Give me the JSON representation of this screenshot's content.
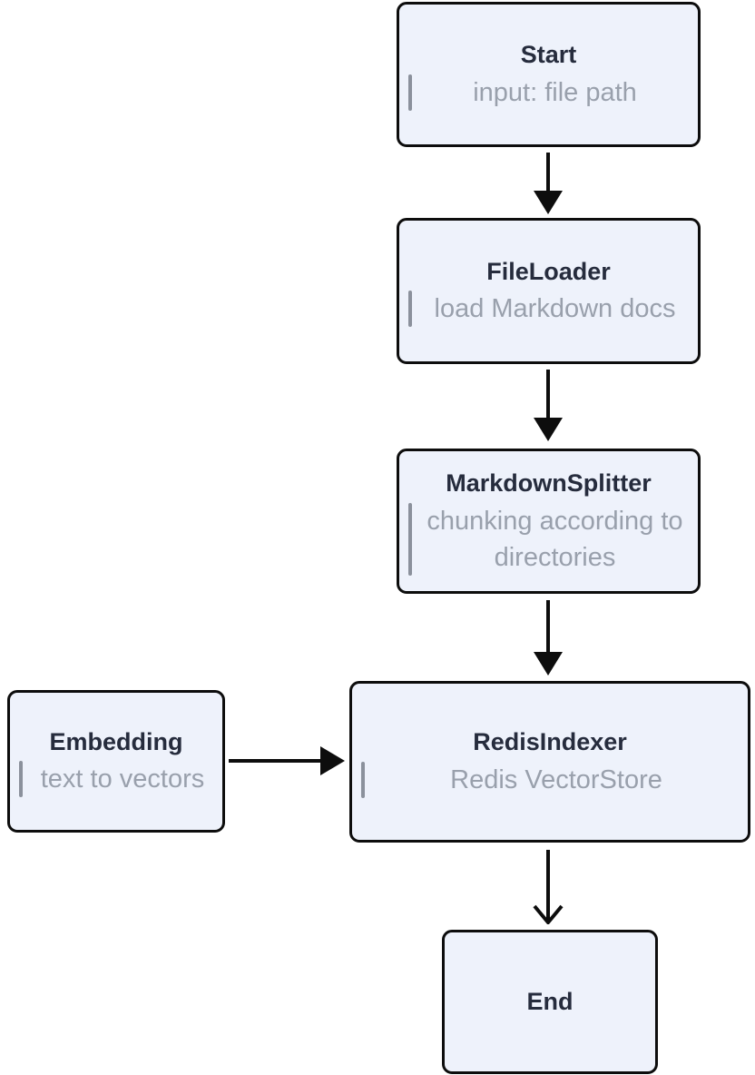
{
  "diagram": {
    "type": "flowchart",
    "direction": "top-down",
    "nodes": [
      {
        "id": "start",
        "title": "Start",
        "subtitle": "input: file path"
      },
      {
        "id": "fileloader",
        "title": "FileLoader",
        "subtitle": "load Markdown docs"
      },
      {
        "id": "markdownsplitter",
        "title": "MarkdownSplitter",
        "subtitle": "chunking according to directories"
      },
      {
        "id": "embedding",
        "title": "Embedding",
        "subtitle": "text to vectors"
      },
      {
        "id": "redisindexer",
        "title": "RedisIndexer",
        "subtitle": "Redis VectorStore"
      },
      {
        "id": "end",
        "title": "End",
        "subtitle": ""
      }
    ],
    "edges": [
      {
        "from": "start",
        "to": "fileloader",
        "arrowhead": "solid-triangle"
      },
      {
        "from": "fileloader",
        "to": "markdownsplitter",
        "arrowhead": "solid-triangle"
      },
      {
        "from": "markdownsplitter",
        "to": "redisindexer",
        "arrowhead": "solid-triangle"
      },
      {
        "from": "embedding",
        "to": "redisindexer",
        "arrowhead": "solid-triangle"
      },
      {
        "from": "redisindexer",
        "to": "end",
        "arrowhead": "open-chevron"
      }
    ],
    "colors": {
      "background": "#ffffff",
      "node_fill": "#eef2fb",
      "node_border": "#0d0d0d",
      "title_text": "#262c3d",
      "subtitle_text": "#99a0ac",
      "quote_bar": "#8b919c",
      "arrow": "#0d0d0d"
    }
  }
}
